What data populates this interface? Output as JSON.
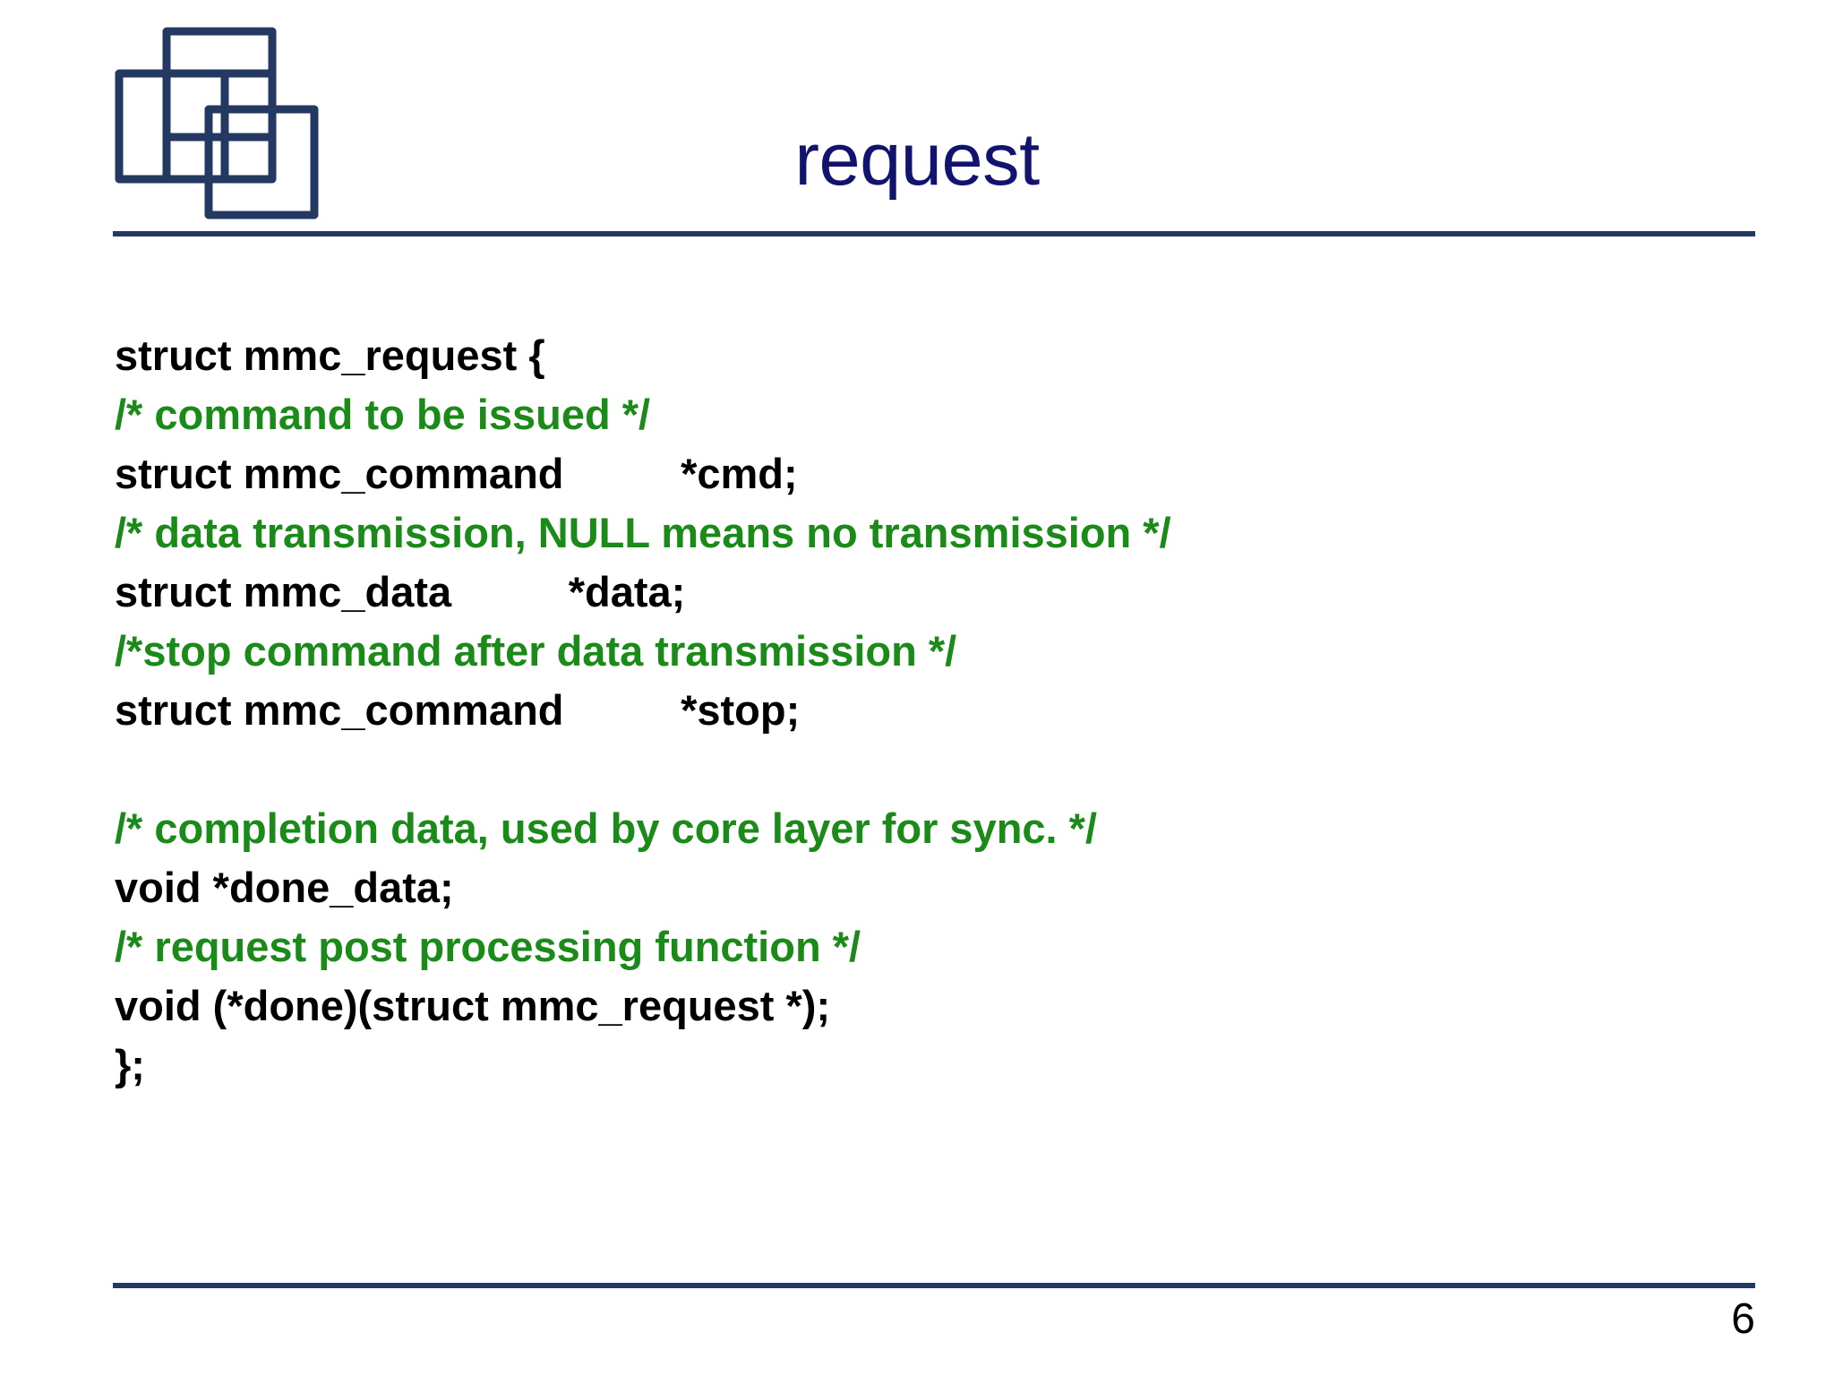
{
  "slide": {
    "title": "request",
    "page_number": "6",
    "colors": {
      "title": "#12136e",
      "rule": "#233962",
      "logo": "#233962",
      "code_text": "#000000",
      "comment_text": "#1a8a18",
      "background": "#ffffff"
    },
    "logo": {
      "name": "four-overlapping-squares-logo",
      "square_count": 4
    }
  },
  "code": {
    "lines": [
      {
        "text": "struct mmc_request {",
        "kind": "code"
      },
      {
        "text": "/* command to be issued */",
        "kind": "comment"
      },
      {
        "text": "struct mmc_command\t\t*cmd;",
        "kind": "code"
      },
      {
        "text": "/* data transmission, NULL means no transmission */",
        "kind": "comment"
      },
      {
        "text": "struct mmc_data\t\t*data;",
        "kind": "code"
      },
      {
        "text": "/*stop command after data transmission */",
        "kind": "comment"
      },
      {
        "text": "struct mmc_command\t\t*stop;",
        "kind": "code"
      },
      {
        "text": " ",
        "kind": "blank"
      },
      {
        "text": "/* completion data, used by core layer for sync. */",
        "kind": "comment"
      },
      {
        "text": "void *done_data;",
        "kind": "code"
      },
      {
        "text": "/* request post processing function */",
        "kind": "comment"
      },
      {
        "text": "void (*done)(struct mmc_request *);",
        "kind": "code"
      },
      {
        "text": "};",
        "kind": "code"
      }
    ]
  }
}
